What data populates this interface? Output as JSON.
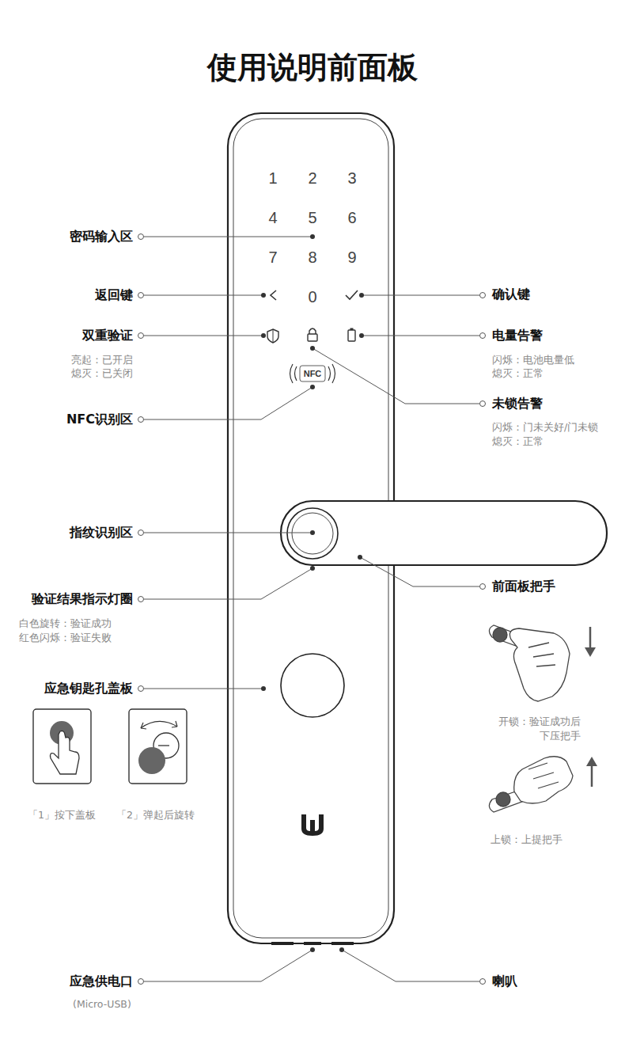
{
  "diagram": {
    "title": "使用说明前面板",
    "labels": [
      "1",
      "2",
      "3",
      "4",
      "5",
      "6",
      "7",
      "8",
      "9",
      "0",
      "NFC",
      "密码输入区",
      "返回键",
      "确认键",
      "双重验证",
      "亮起：已开启",
      "熄灭：已关闭",
      "电量告警",
      "闪烁：电池电量低",
      "熄灭：正常",
      "NFC识别区",
      "未锁告警",
      "闪烁：门未关好/门未锁",
      "熄灭：正常",
      "指纹识别区",
      "前面板把手",
      "验证结果指示灯圈",
      "白色旋转：验证成功",
      "红色闪烁：验证失败",
      "应急钥匙孔盖板",
      "「1」按下盖板",
      "「2」弹起后旋转",
      "开锁：验证成功后 下压把手",
      "上锁：上提把手",
      "应急供电口",
      "(Micro-USB)",
      "喇叭"
    ]
  }
}
